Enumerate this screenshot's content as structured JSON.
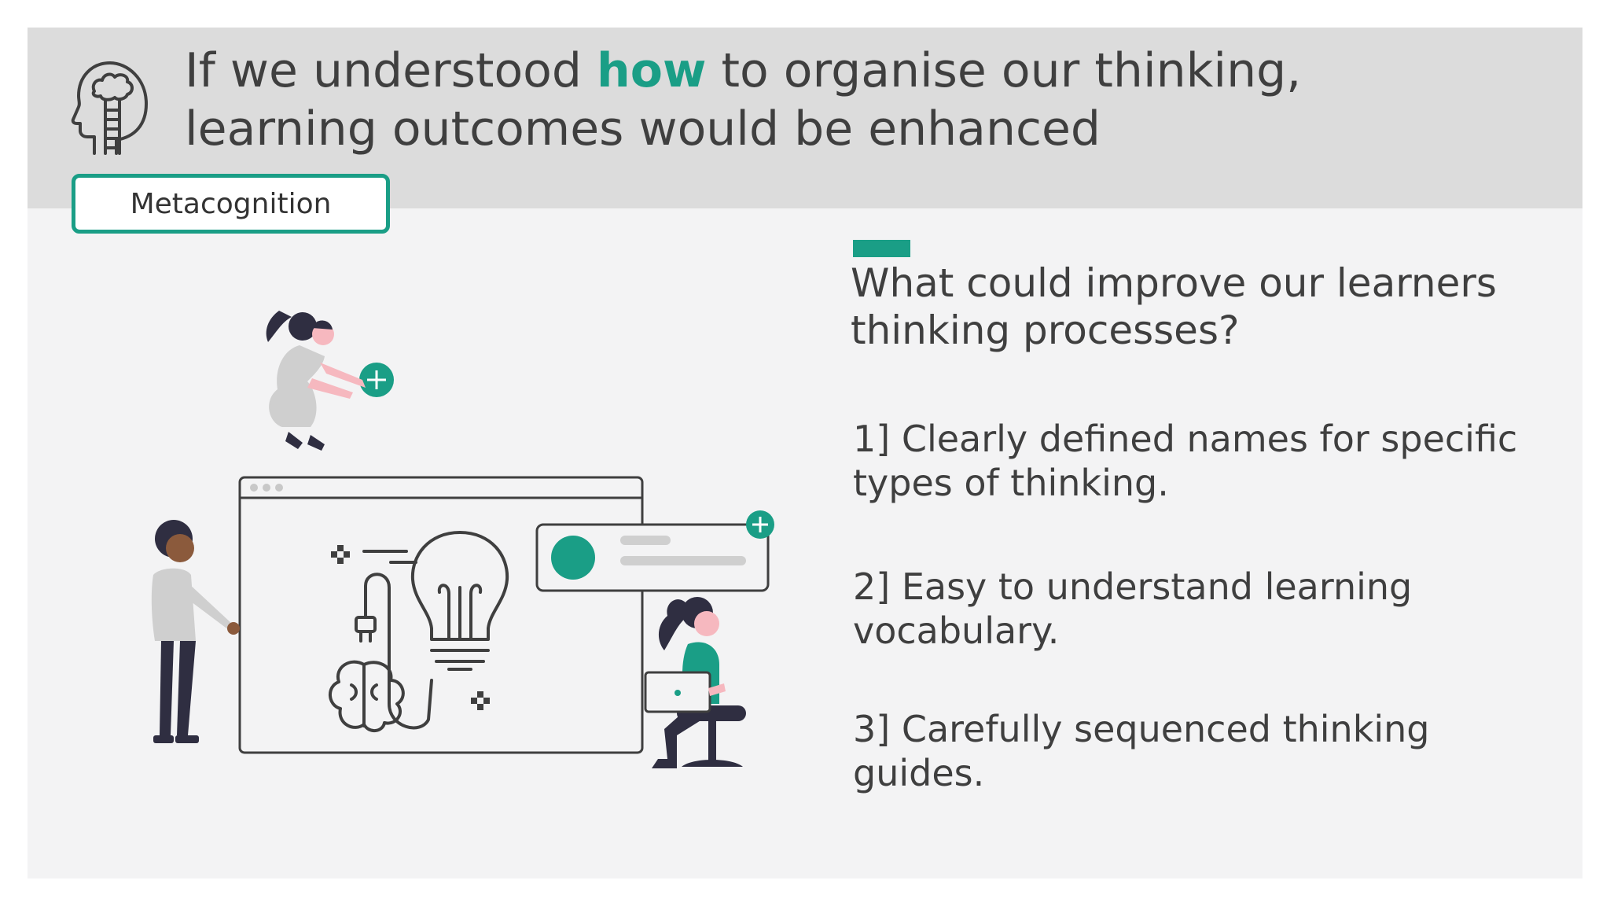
{
  "header": {
    "title_before": "If we understood ",
    "title_accent": "how",
    "title_after": " to organise our thinking, learning outcomes would be enhanced",
    "tag_label": "Metacognition",
    "icon": "head-ladder-icon"
  },
  "content": {
    "question": "What could improve our learners thinking processes?",
    "points": [
      "1] Clearly defined names for specific types of thinking.",
      "2] Easy to understand learning vocabulary.",
      "3] Carefully sequenced thinking guides."
    ]
  },
  "illustration": {
    "icon": "teamwork-lightbulb-illustration"
  },
  "colors": {
    "accent": "#1a9e86",
    "header_band": "#dcdcdc",
    "slide_bg": "#f3f3f4",
    "text": "#3f3f3f"
  }
}
